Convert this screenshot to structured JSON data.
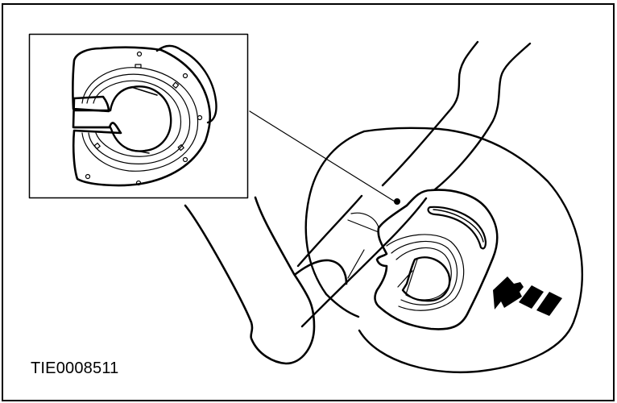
{
  "figure": {
    "id_label": "TIE0008511",
    "description": "Service illustration: clockspring / clip ring installed on steering column shaft with detail inset and direction-of-installation arrow",
    "inset": {
      "label": "detail-view-of-part"
    },
    "arrow": {
      "direction": "left-up",
      "meaning": "installation direction"
    },
    "colors": {
      "line": "#000000",
      "background": "#ffffff"
    }
  }
}
